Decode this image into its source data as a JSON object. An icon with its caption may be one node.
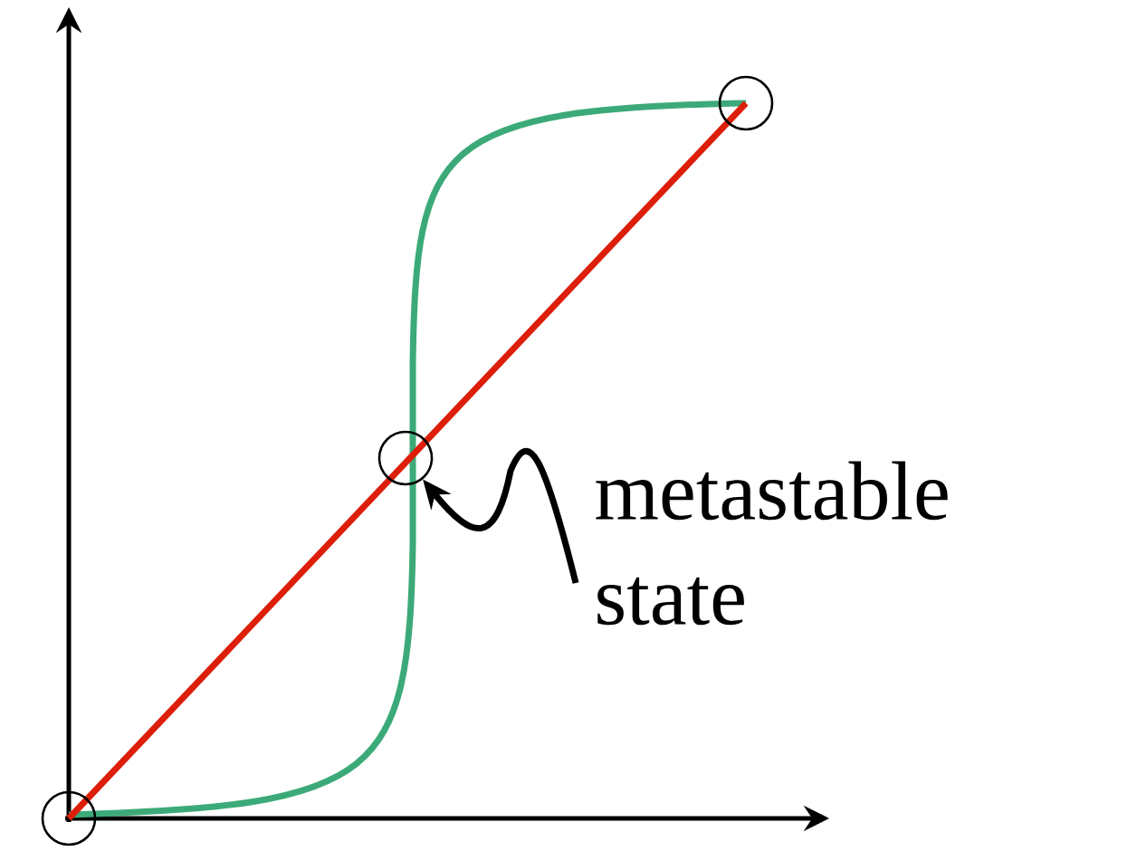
{
  "diagram": {
    "nodes": [
      {
        "text": [],
        "shape": "circle"
      },
      {
        "text": [],
        "shape": "circle"
      },
      {
        "text": [],
        "shape": "circle"
      },
      {
        "text": [
          "metastable state"
        ]
      }
    ],
    "edges": [
      {
        "from": 3,
        "to": 1,
        "arrow": "to"
      }
    ]
  }
}
